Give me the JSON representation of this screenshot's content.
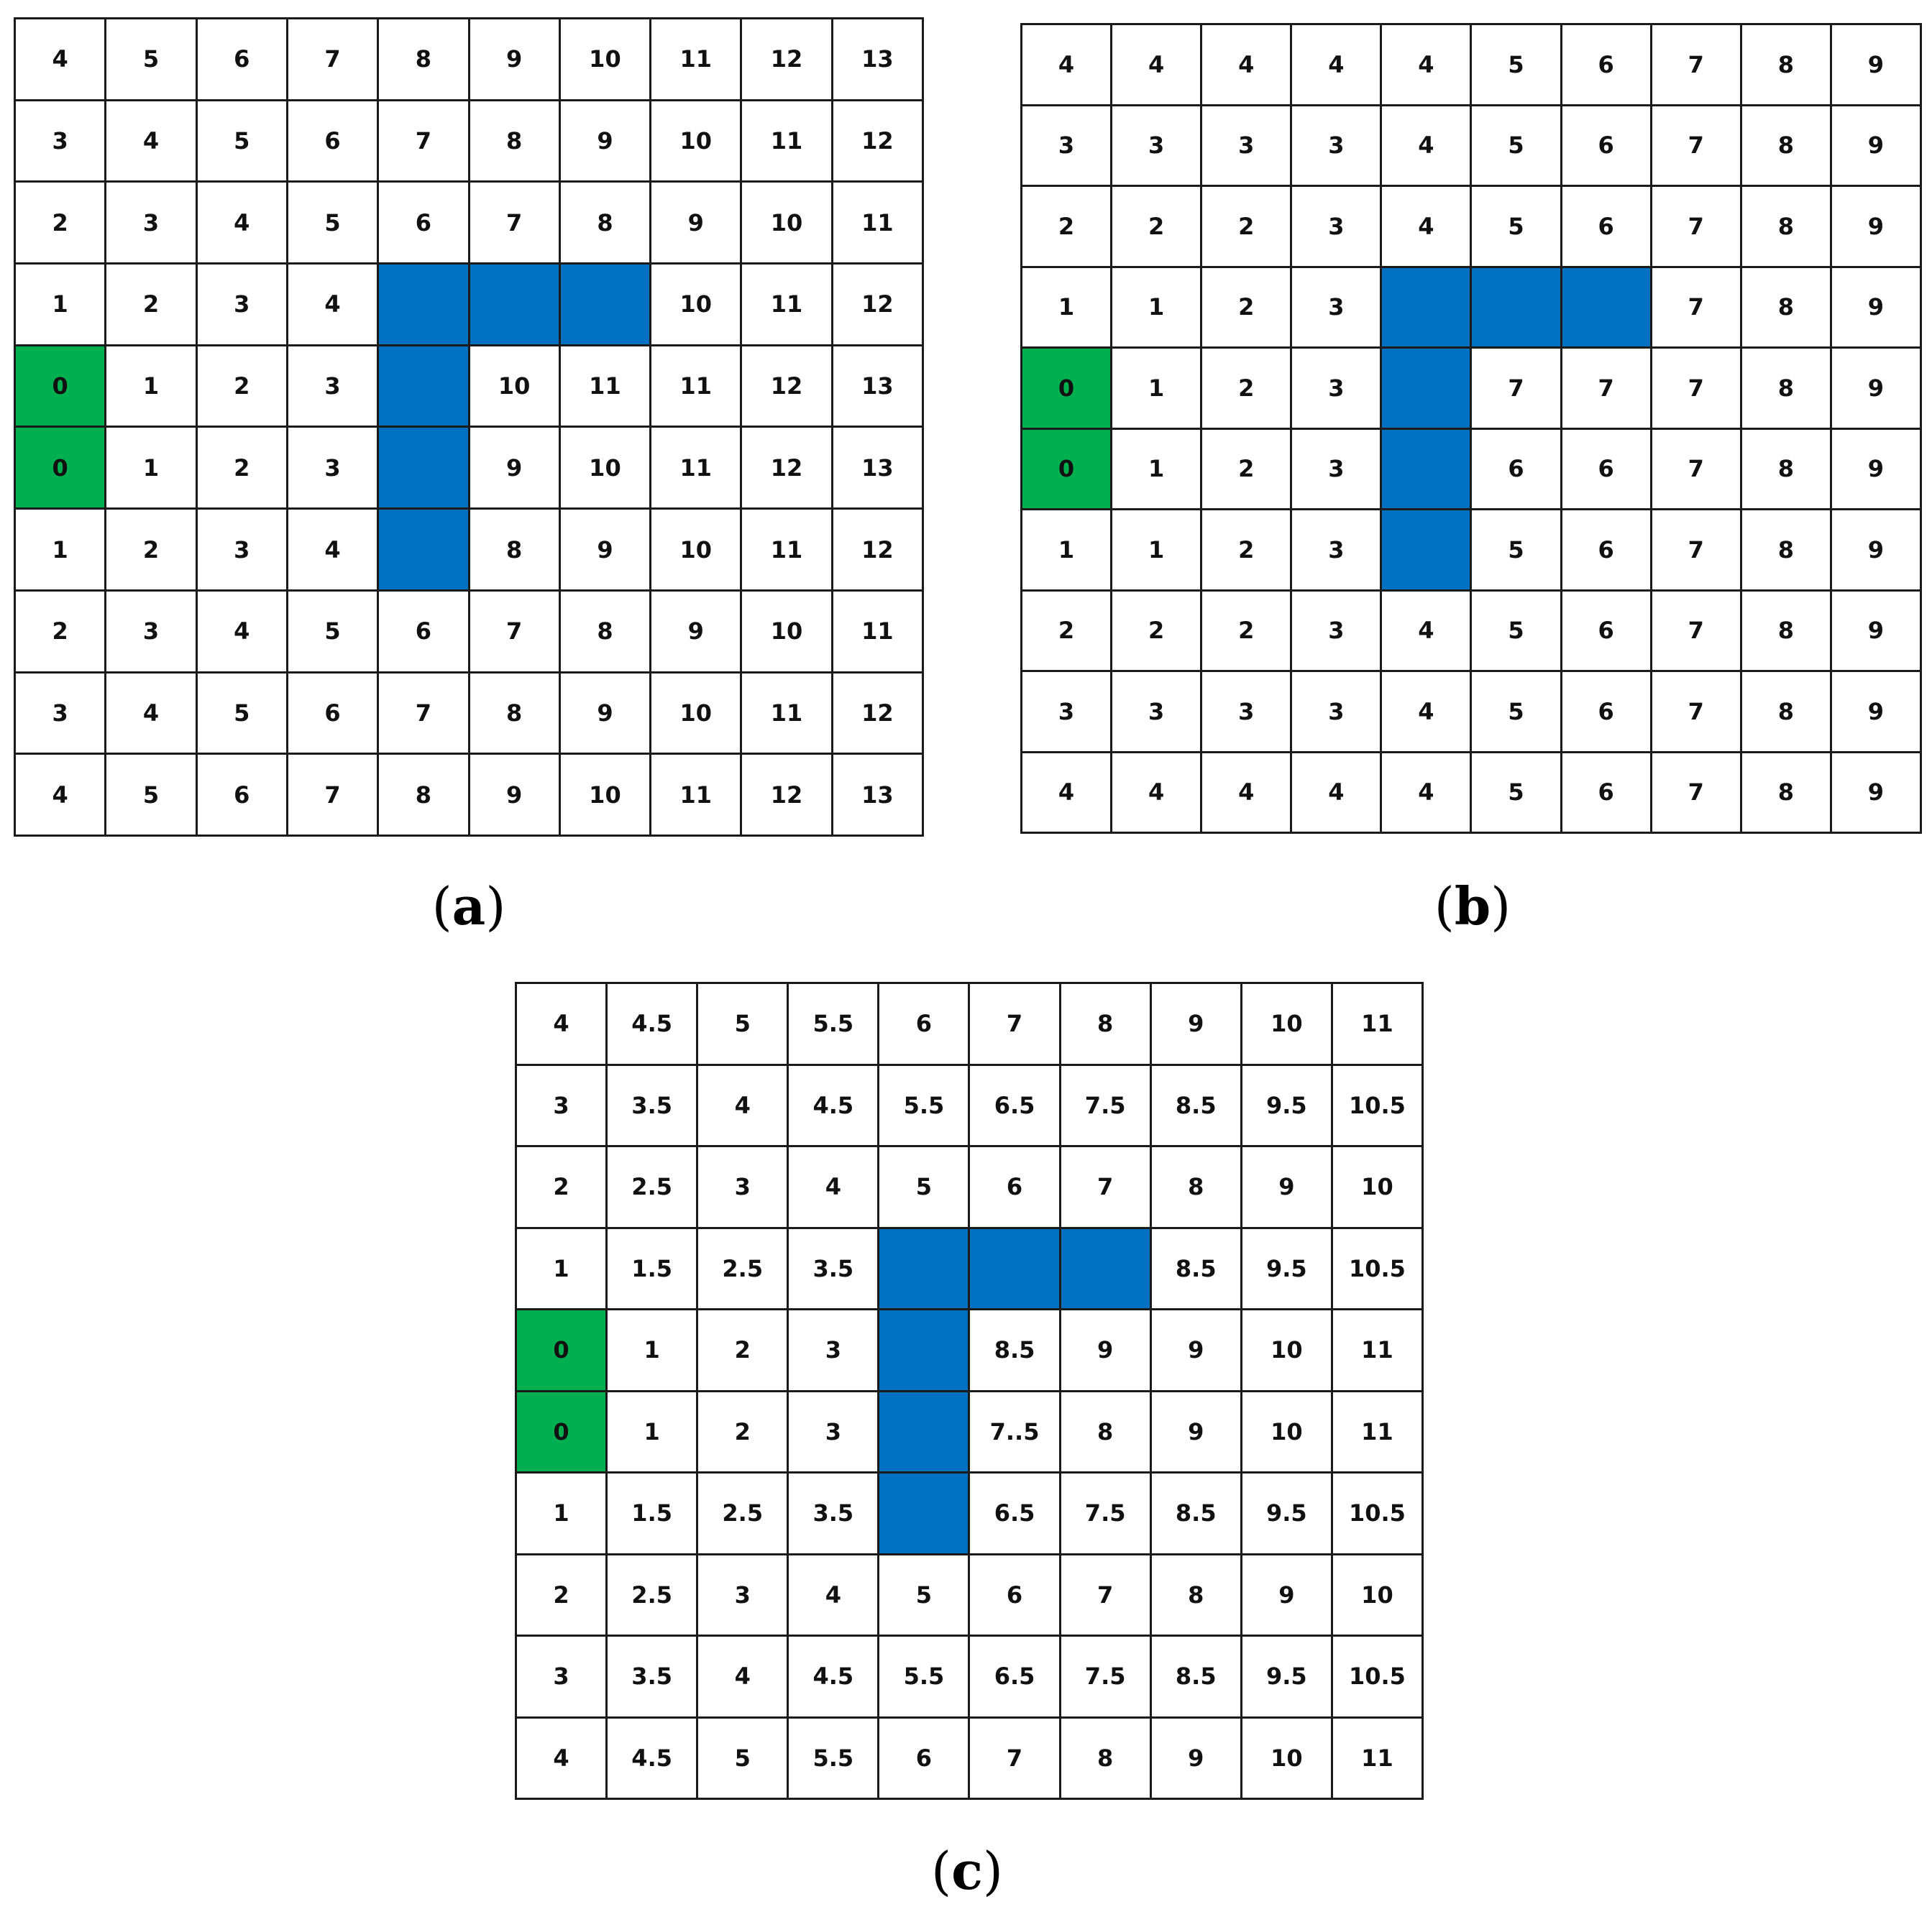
{
  "colors": {
    "obstacle": "#0070c0",
    "goal": "#00b050",
    "grid_line": "#1a1a1a",
    "cell_text": "#111111"
  },
  "legend_note": "empty string = blue obstacle cell; goal cells are marked in goal_cells as [row, col]",
  "panels": [
    {
      "label": "a",
      "obstacles": [
        [
          3,
          4
        ],
        [
          3,
          5
        ],
        [
          3,
          6
        ],
        [
          4,
          4
        ],
        [
          5,
          4
        ],
        [
          6,
          4
        ]
      ],
      "goal_cells": [
        [
          4,
          0
        ],
        [
          5,
          0
        ]
      ],
      "rows": [
        [
          "4",
          "5",
          "6",
          "7",
          "8",
          "9",
          "10",
          "11",
          "12",
          "13"
        ],
        [
          "3",
          "4",
          "5",
          "6",
          "7",
          "8",
          "9",
          "10",
          "11",
          "12"
        ],
        [
          "2",
          "3",
          "4",
          "5",
          "6",
          "7",
          "8",
          "9",
          "10",
          "11"
        ],
        [
          "1",
          "2",
          "3",
          "4",
          "",
          "",
          "",
          "10",
          "11",
          "12"
        ],
        [
          "0",
          "1",
          "2",
          "3",
          "",
          "10",
          "11",
          "11",
          "12",
          "13"
        ],
        [
          "0",
          "1",
          "2",
          "3",
          "",
          "9",
          "10",
          "11",
          "12",
          "13"
        ],
        [
          "1",
          "2",
          "3",
          "4",
          "",
          "8",
          "9",
          "10",
          "11",
          "12"
        ],
        [
          "2",
          "3",
          "4",
          "5",
          "6",
          "7",
          "8",
          "9",
          "10",
          "11"
        ],
        [
          "3",
          "4",
          "5",
          "6",
          "7",
          "8",
          "9",
          "10",
          "11",
          "12"
        ],
        [
          "4",
          "5",
          "6",
          "7",
          "8",
          "9",
          "10",
          "11",
          "12",
          "13"
        ]
      ]
    },
    {
      "label": "b",
      "obstacles": [
        [
          3,
          4
        ],
        [
          3,
          5
        ],
        [
          3,
          6
        ],
        [
          4,
          4
        ],
        [
          5,
          4
        ],
        [
          6,
          4
        ]
      ],
      "goal_cells": [
        [
          4,
          0
        ],
        [
          5,
          0
        ]
      ],
      "rows": [
        [
          "4",
          "4",
          "4",
          "4",
          "4",
          "5",
          "6",
          "7",
          "8",
          "9"
        ],
        [
          "3",
          "3",
          "3",
          "3",
          "4",
          "5",
          "6",
          "7",
          "8",
          "9"
        ],
        [
          "2",
          "2",
          "2",
          "3",
          "4",
          "5",
          "6",
          "7",
          "8",
          "9"
        ],
        [
          "1",
          "1",
          "2",
          "3",
          "",
          "",
          "",
          "7",
          "8",
          "9"
        ],
        [
          "0",
          "1",
          "2",
          "3",
          "",
          "7",
          "7",
          "7",
          "8",
          "9"
        ],
        [
          "0",
          "1",
          "2",
          "3",
          "",
          "6",
          "6",
          "7",
          "8",
          "9"
        ],
        [
          "1",
          "1",
          "2",
          "3",
          "",
          "5",
          "6",
          "7",
          "8",
          "9"
        ],
        [
          "2",
          "2",
          "2",
          "3",
          "4",
          "5",
          "6",
          "7",
          "8",
          "9"
        ],
        [
          "3",
          "3",
          "3",
          "3",
          "4",
          "5",
          "6",
          "7",
          "8",
          "9"
        ],
        [
          "4",
          "4",
          "4",
          "4",
          "4",
          "5",
          "6",
          "7",
          "8",
          "9"
        ]
      ]
    },
    {
      "label": "c",
      "obstacles": [
        [
          3,
          4
        ],
        [
          3,
          5
        ],
        [
          3,
          6
        ],
        [
          4,
          4
        ],
        [
          5,
          4
        ],
        [
          6,
          4
        ]
      ],
      "goal_cells": [
        [
          4,
          0
        ],
        [
          5,
          0
        ]
      ],
      "rows": [
        [
          "4",
          "4.5",
          "5",
          "5.5",
          "6",
          "7",
          "8",
          "9",
          "10",
          "11"
        ],
        [
          "3",
          "3.5",
          "4",
          "4.5",
          "5.5",
          "6.5",
          "7.5",
          "8.5",
          "9.5",
          "10.5"
        ],
        [
          "2",
          "2.5",
          "3",
          "4",
          "5",
          "6",
          "7",
          "8",
          "9",
          "10"
        ],
        [
          "1",
          "1.5",
          "2.5",
          "3.5",
          "",
          "",
          "",
          "8.5",
          "9.5",
          "10.5"
        ],
        [
          "0",
          "1",
          "2",
          "3",
          "",
          "8.5",
          "9",
          "9",
          "10",
          "11"
        ],
        [
          "0",
          "1",
          "2",
          "3",
          "",
          "7..5",
          "8",
          "9",
          "10",
          "11"
        ],
        [
          "1",
          "1.5",
          "2.5",
          "3.5",
          "",
          "6.5",
          "7.5",
          "8.5",
          "9.5",
          "10.5"
        ],
        [
          "2",
          "2.5",
          "3",
          "4",
          "5",
          "6",
          "7",
          "8",
          "9",
          "10"
        ],
        [
          "3",
          "3.5",
          "4",
          "4.5",
          "5.5",
          "6.5",
          "7.5",
          "8.5",
          "9.5",
          "10.5"
        ],
        [
          "4",
          "4.5",
          "5",
          "5.5",
          "6",
          "7",
          "8",
          "9",
          "10",
          "11"
        ]
      ]
    }
  ]
}
